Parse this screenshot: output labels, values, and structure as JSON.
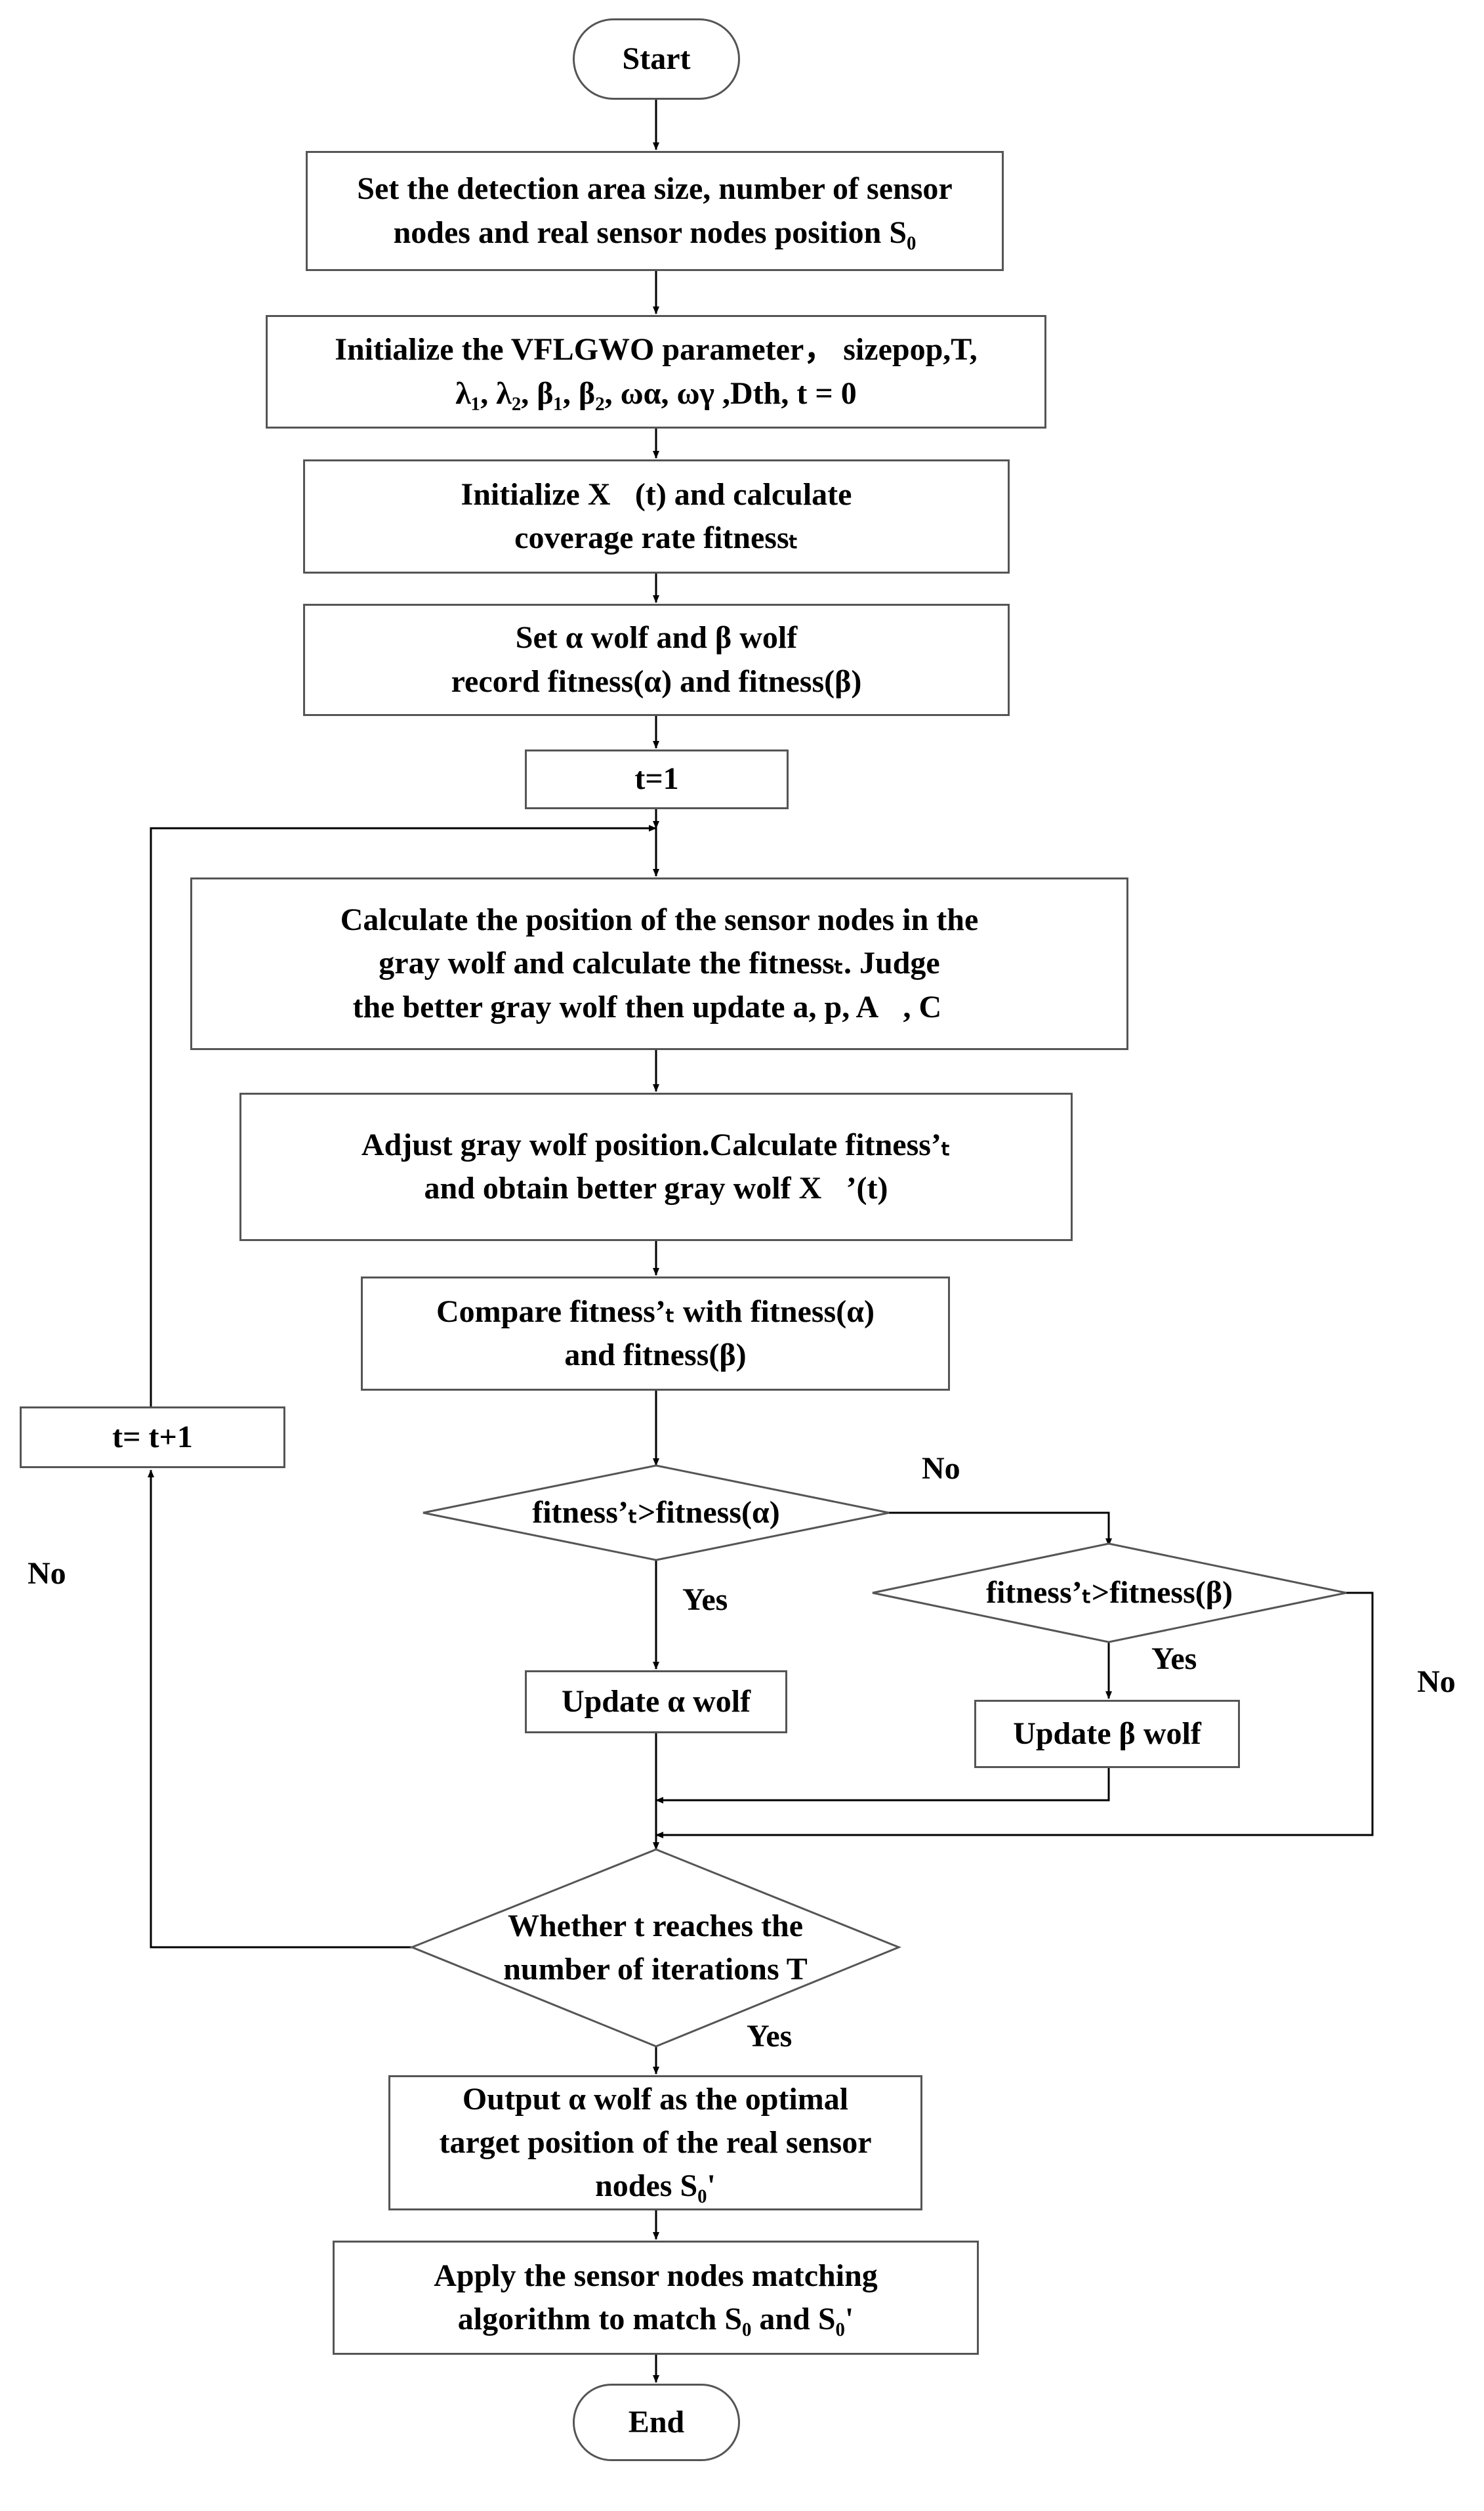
{
  "start": "Start",
  "end": "End",
  "steps": [
    {
      "id": "set-area",
      "lines": [
        "Set the detection area size, number of sensor",
        "nodes and real sensor nodes position S₀"
      ]
    },
    {
      "id": "init-params",
      "lines": [
        "Initialize the VFLGWO parameter， sizepop,T,",
        "λ₁, λ₂, β₁, β₂, ωα, ωγ ,Dth, t = 0"
      ]
    },
    {
      "id": "init-x",
      "lines": [
        "Initialize X⃗(t) and calculate",
        "coverage rate fitnessₜ"
      ]
    },
    {
      "id": "set-wolves",
      "lines": [
        "Set α wolf and β wolf",
        "record fitness(α) and fitness(β)"
      ]
    },
    {
      "id": "t-one",
      "lines": [
        "t=1"
      ]
    },
    {
      "id": "calc-position",
      "lines": [
        "Calculate the position of the sensor nodes in the",
        "gray wolf and calculate the fitnessₜ. Judge",
        "the better gray wolf then update a, p, A⃗, C⃗"
      ]
    },
    {
      "id": "adjust",
      "lines": [
        "Adjust gray wolf position.Calculate fitness’ₜ",
        "and obtain better gray wolf X⃗’(t)"
      ]
    },
    {
      "id": "compare",
      "lines": [
        "Compare fitness’ₜ with fitness(α)",
        "and fitness(β)"
      ]
    },
    {
      "id": "increment",
      "lines": [
        "t= t+1"
      ]
    },
    {
      "id": "update-alpha",
      "lines": [
        "Update α wolf"
      ]
    },
    {
      "id": "update-beta",
      "lines": [
        "Update β wolf"
      ]
    },
    {
      "id": "output",
      "lines": [
        "Output α wolf as the optimal",
        "target position of the real sensor",
        "nodes S₀'"
      ]
    },
    {
      "id": "apply",
      "lines": [
        "Apply the  sensor nodes matching",
        "algorithm to match S₀ and S₀'"
      ]
    }
  ],
  "decisions": [
    {
      "id": "alpha-check",
      "lines": [
        "fitness’ₜ>fitness(α)"
      ]
    },
    {
      "id": "beta-check",
      "lines": [
        "fitness’ₜ>fitness(β)"
      ]
    },
    {
      "id": "iteration-check",
      "lines": [
        "Whether t reaches the",
        "number of iterations T"
      ]
    }
  ],
  "edge_labels": {
    "alpha_no": "No",
    "alpha_yes": "Yes",
    "beta_yes": "Yes",
    "beta_no": "No",
    "iter_no": "No",
    "iter_yes": "Yes"
  },
  "colors": {
    "stroke": "#555555",
    "arrow": "#000000",
    "text": "#000000"
  }
}
